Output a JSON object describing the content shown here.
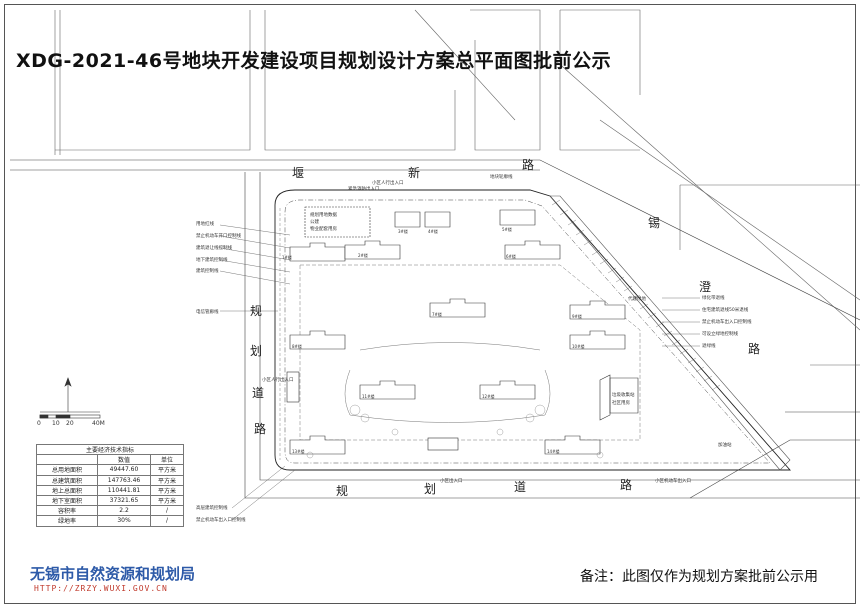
{
  "title": "XDG-2021-46号地块开发建设项目规划设计方案总平面图批前公示",
  "note": "备注：此图仅作为规划方案批前公示用",
  "authority": {
    "name": "无锡市自然资源和规划局",
    "url": "HTTP://ZRZY.WUXI.GOV.CN"
  },
  "roads": {
    "north": [
      "堰",
      "新",
      "路"
    ],
    "west": [
      "规",
      "划",
      "道",
      "路"
    ],
    "south": [
      "规",
      "划",
      "道",
      "路"
    ],
    "east": [
      "锡",
      "澄",
      "路"
    ]
  },
  "scale_bar": {
    "ticks": [
      "0",
      "10",
      "20",
      "40M"
    ]
  },
  "indices_table": {
    "caption": "主要经济技术指标",
    "headers": [
      "",
      "数值",
      "单位"
    ],
    "rows": [
      [
        "总用地面积",
        "49447.60",
        "平方米"
      ],
      [
        "总建筑面积",
        "147763.46",
        "平方米"
      ],
      [
        "地上总面积",
        "110441.81",
        "平方米"
      ],
      [
        "地下室面积",
        "37321.65",
        "平方米"
      ],
      [
        "容积率",
        "2.2",
        "/"
      ],
      [
        "绿地率",
        "30%",
        "/"
      ]
    ]
  },
  "annotations": {
    "north_label": "地块轮廓线",
    "entrance_north": "小区人行出入口",
    "entrance_north2": "紧急消防出入口",
    "entrance_west": "小区人行出入口",
    "entrance_south": "小区出入口",
    "entrance_southeast": "小区机动车出入口",
    "gas_station": "加油站",
    "green_belt": "代建绿地",
    "left_labels": [
      "用地红线",
      "禁止机动车开口控制线",
      "建筑退让线控制线",
      "地下建筑控制线",
      "建筑控制线"
    ],
    "left_mid_label": "电信管廊线",
    "bottom_left_labels": [
      "高层建筑控制线",
      "禁止机动车出入口控制线"
    ],
    "right_labels": [
      "绿化带退线",
      "住宅建筑退线50米退线",
      "禁止机动车出入口控制线",
      "可设立绿地控制线",
      "退绿线"
    ],
    "commercial_block": [
      "规划用地数据",
      "公建",
      "物业配套用房"
    ],
    "school_block": [
      "垃圾收集站",
      "社区用房"
    ]
  },
  "buildings": [
    "1#楼",
    "2#楼",
    "3#楼",
    "4#楼",
    "5#楼",
    "6#楼",
    "7#楼",
    "8#楼",
    "9#楼",
    "10#楼",
    "11#楼",
    "12#楼",
    "13#楼",
    "14#楼"
  ],
  "colors": {
    "line": "#333333",
    "accent_blue": "#2d5aa8",
    "url_red": "#c0392b"
  }
}
